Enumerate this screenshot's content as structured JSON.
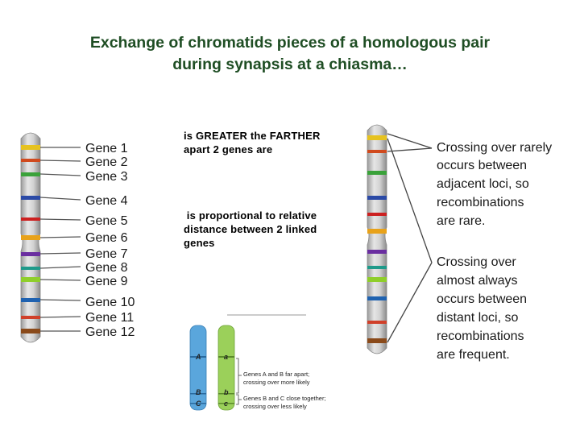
{
  "title": {
    "line1": "Exchange of chromatids pieces of a homologous pair",
    "line2": "during synapsis at a chiasma…"
  },
  "notes": {
    "note1": [
      "is GREATER the FARTHER",
      "apart 2 genes are"
    ],
    "note2": [
      " is proportional to relative",
      "distance between 2 linked",
      "genes"
    ]
  },
  "gene_labels": [
    "Gene 1",
    "Gene 2",
    "Gene 3",
    "Gene 4",
    "Gene 5",
    "Gene 6",
    "Gene 7",
    "Gene 8",
    "Gene 9",
    "Gene 10",
    "Gene 11",
    "Gene 12"
  ],
  "right_text": {
    "rare": [
      "Crossing over rarely",
      "occurs between",
      "adjacent loci, so",
      "recombinations",
      "are rare."
    ],
    "frequent": [
      "Crossing over",
      "almost always",
      "occurs between",
      "distant loci, so",
      "recombinations",
      "are frequent."
    ]
  },
  "small_figure": {
    "allele_labels": [
      "A",
      "a",
      "B",
      "b",
      "C",
      "c"
    ],
    "captions": [
      [
        "Genes A and B far apart;",
        "crossing over more likely"
      ],
      [
        "Genes B and C close together;",
        "crossing over less likely"
      ]
    ]
  },
  "colors": {
    "title": "#1f4e24",
    "chromosome_body": "#c9c9c9",
    "blue_chromatid": "#5aa6dc",
    "green_chromatid": "#9bd05a"
  }
}
